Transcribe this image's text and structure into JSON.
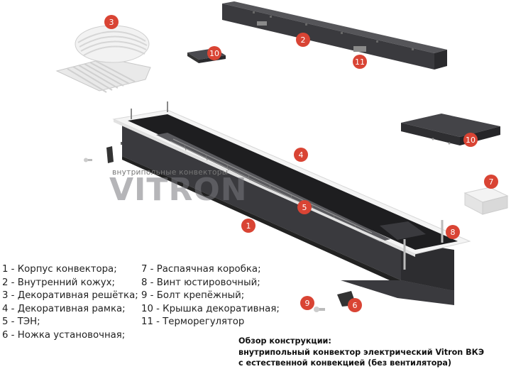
{
  "brand": {
    "subtitle": "внутрипольные конвекторы",
    "name": "VITRON"
  },
  "badges": [
    "1",
    "2",
    "3",
    "4",
    "5",
    "6",
    "7",
    "8",
    "9",
    "10",
    "10",
    "11"
  ],
  "legend": {
    "left": [
      "1 - Корпус конвектора;",
      "2 - Внутренний кожух;",
      "3 - Декоративная решётка;",
      "4 - Декоративная рамка;",
      "5 - ТЭН;",
      "6 - Ножка установочная;"
    ],
    "right": [
      "7 - Распаячная коробка;",
      "8 - Винт юстировочный;",
      "9 - Болт крепёжный;",
      "10 - Крышка декоративная;",
      "11 - Терморегулятор"
    ]
  },
  "caption": [
    "Обзор конструкции:",
    "внутрипольный конвектор электрический Vitron ВКЭ",
    "с естественной конвекцией (без вентилятора)"
  ],
  "colors": {
    "badge": "#d94434",
    "frame": "#f4f4f4",
    "body": "#2f2f33",
    "steel": "#4a4a4f"
  }
}
